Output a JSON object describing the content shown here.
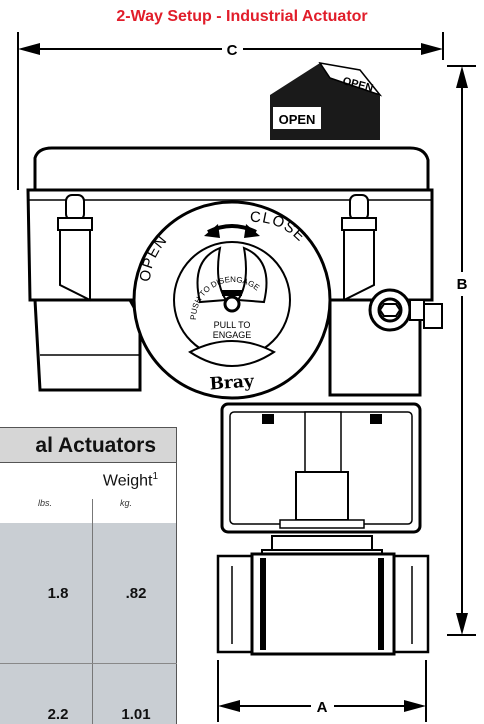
{
  "title": "2-Way Setup - Industrial Actuator",
  "dimensions": {
    "a": "A",
    "b": "B",
    "c": "C"
  },
  "actuator": {
    "indicator_front": "OPEN",
    "indicator_side": "OPEN",
    "handwheel_open": "OPEN",
    "handwheel_close": "CLOSE",
    "push_to_disengage": "PUSH TO DISENGAGE",
    "pull_to": "PULL TO",
    "engage": "ENGAGE",
    "brand": "Bray"
  },
  "table": {
    "header": "al Actuators",
    "weight_label": "Weight",
    "weight_sup": "1",
    "unit_lbs": "lbs.",
    "unit_kg": "kg.",
    "rows": [
      {
        "lbs": "1.8",
        "kg": ".82"
      },
      {
        "lbs": "2.2",
        "kg": "1.01"
      }
    ]
  },
  "colors": {
    "title": "#e11d2a",
    "table_header": "#d6d6d6",
    "table_row": "#c9ced3"
  }
}
